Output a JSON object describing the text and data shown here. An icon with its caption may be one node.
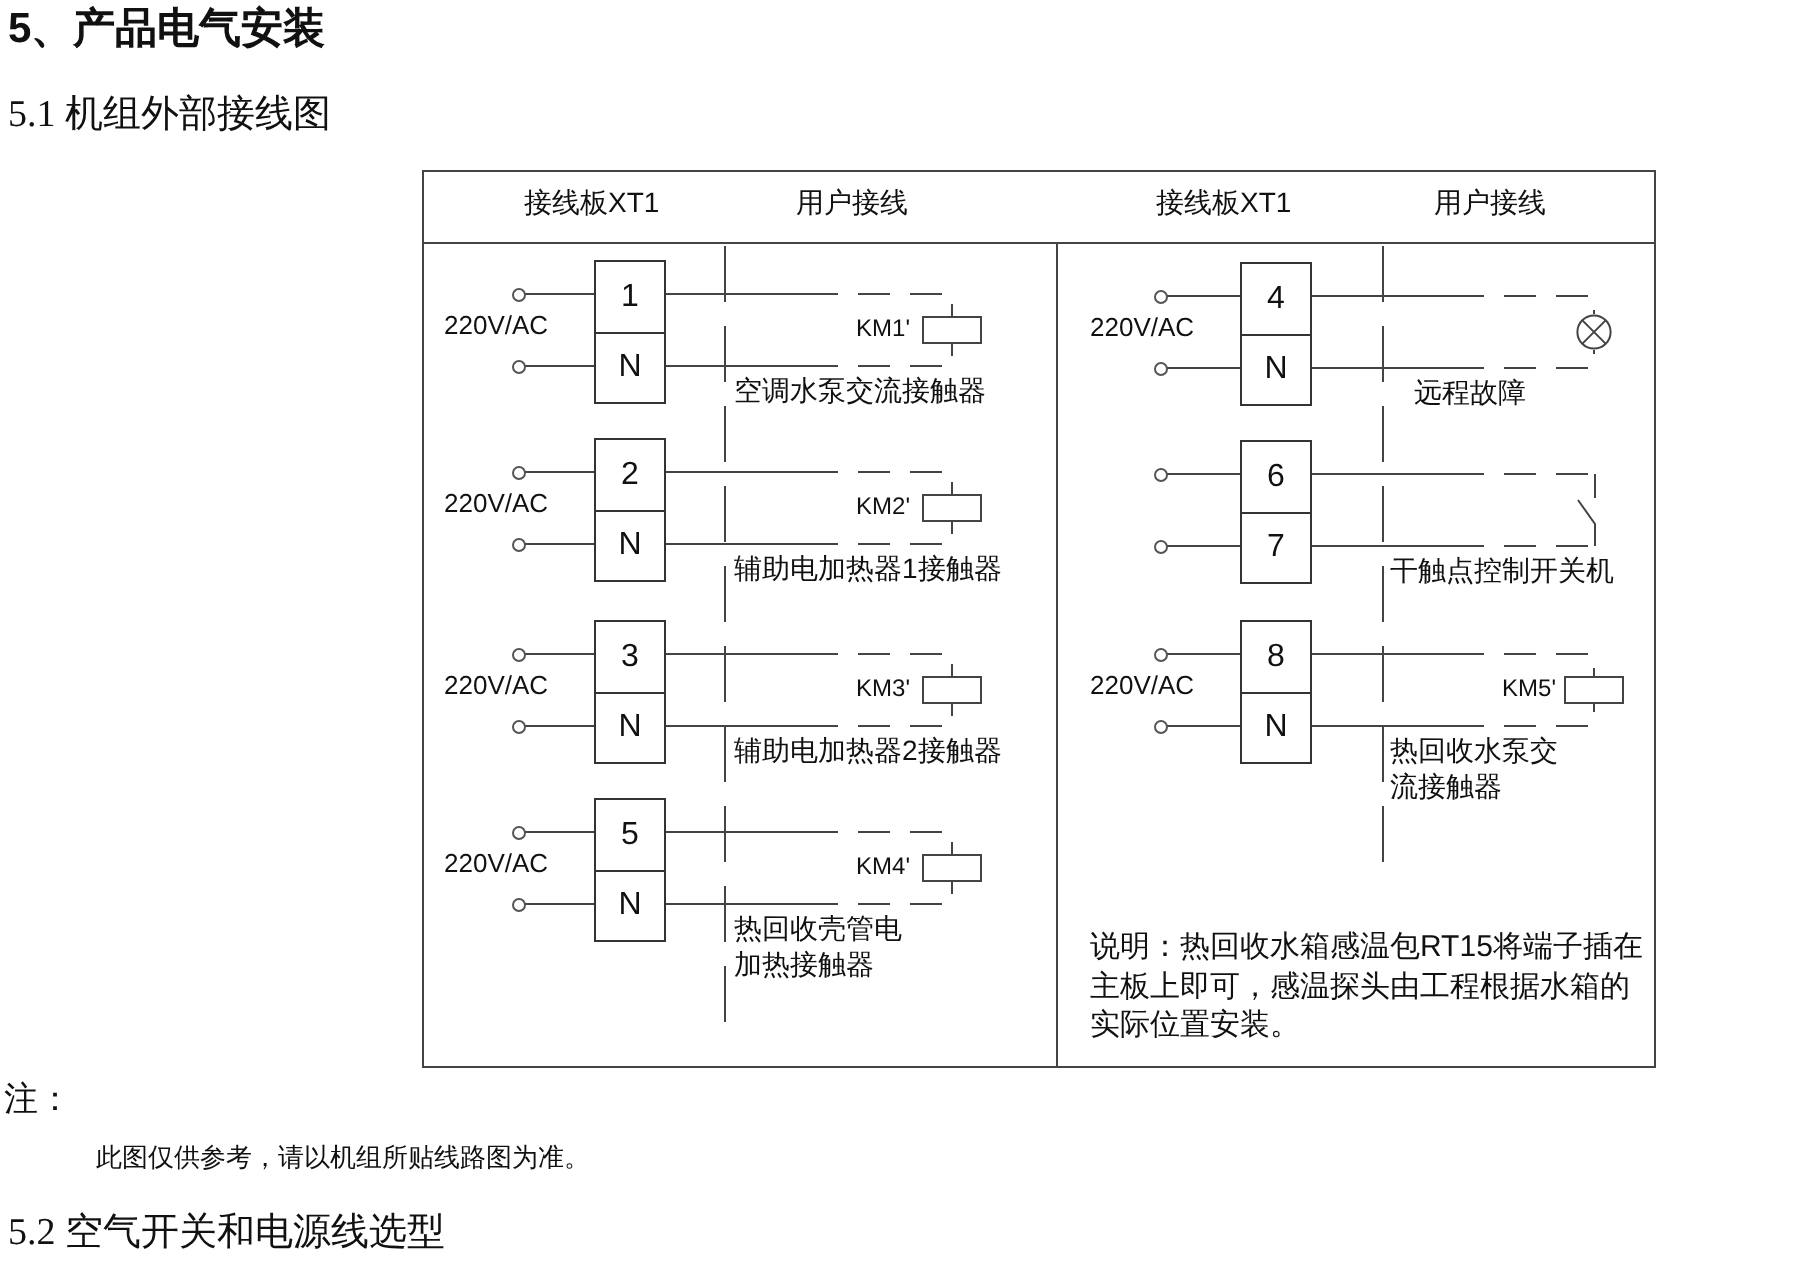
{
  "diagram": {
    "title": "5、产品电气安装",
    "nodes": [
      {
        "text": [],
        "shape": "circle"
      },
      {
        "text": [],
        "shape": "circle"
      },
      {
        "text": [
          "1"
        ]
      },
      {
        "text": [
          "N"
        ]
      },
      {
        "text": [],
        "shape": "box",
        "beside": [
          "KM1'",
          "空调水泵交流接触器"
        ]
      },
      {
        "text": [],
        "shape": "circle"
      },
      {
        "text": [],
        "shape": "circle"
      },
      {
        "text": [
          "2"
        ]
      },
      {
        "text": [
          "N"
        ]
      },
      {
        "text": [],
        "shape": "box",
        "beside": [
          "KM2'",
          "辅助电加热器1接触器"
        ]
      },
      {
        "text": [],
        "shape": "circle"
      },
      {
        "text": [],
        "shape": "circle"
      },
      {
        "text": [
          "3"
        ]
      },
      {
        "text": [
          "N"
        ]
      },
      {
        "text": [],
        "shape": "box",
        "beside": [
          "KM3'",
          "辅助电加热器2接触器"
        ]
      },
      {
        "text": [],
        "shape": "circle"
      },
      {
        "text": [],
        "shape": "circle"
      },
      {
        "text": [
          "5"
        ]
      },
      {
        "text": [
          "N"
        ]
      },
      {
        "text": [],
        "shape": "box",
        "beside": [
          "KM4'",
          "热回收壳管电加热接触器"
        ]
      },
      {
        "text": [],
        "shape": "circle"
      },
      {
        "text": [],
        "shape": "circle"
      },
      {
        "text": [
          "4"
        ]
      },
      {
        "text": [
          "N"
        ]
      },
      {
        "text": [],
        "shape": "lamp",
        "beside": [
          "远程故障"
        ]
      },
      {
        "text": [],
        "shape": "circle"
      },
      {
        "text": [],
        "shape": "circle"
      },
      {
        "text": [
          "6"
        ]
      },
      {
        "text": [
          "7"
        ]
      },
      {
        "text": [],
        "shape": "switch",
        "beside": [
          "干触点控制开关机"
        ]
      },
      {
        "text": [],
        "shape": "circle"
      },
      {
        "text": [],
        "shape": "circle"
      },
      {
        "text": [
          "8"
        ]
      },
      {
        "text": [
          "N"
        ]
      },
      {
        "text": [],
        "shape": "box",
        "beside": [
          "KM5'",
          "热回收水泵交流接触器"
        ]
      }
    ],
    "edges": [
      {
        "from": 0,
        "to": 2,
        "arrow": "none"
      },
      {
        "from": 1,
        "to": 3,
        "arrow": "none"
      },
      {
        "from": 2,
        "to": 4,
        "arrow": "none",
        "style": "dashed"
      },
      {
        "from": 3,
        "to": 4,
        "arrow": "none",
        "style": "dashed"
      },
      {
        "from": 5,
        "to": 7,
        "arrow": "none"
      },
      {
        "from": 6,
        "to": 8,
        "arrow": "none"
      },
      {
        "from": 7,
        "to": 9,
        "arrow": "none",
        "style": "dashed"
      },
      {
        "from": 8,
        "to": 9,
        "arrow": "none",
        "style": "dashed"
      },
      {
        "from": 10,
        "to": 12,
        "arrow": "none"
      },
      {
        "from": 11,
        "to": 13,
        "arrow": "none"
      },
      {
        "from": 12,
        "to": 14,
        "arrow": "none",
        "style": "dashed"
      },
      {
        "from": 13,
        "to": 14,
        "arrow": "none",
        "style": "dashed"
      },
      {
        "from": 15,
        "to": 17,
        "arrow": "none"
      },
      {
        "from": 16,
        "to": 18,
        "arrow": "none"
      },
      {
        "from": 17,
        "to": 19,
        "arrow": "none",
        "style": "dashed"
      },
      {
        "from": 18,
        "to": 19,
        "arrow": "none",
        "style": "dashed"
      },
      {
        "from": 20,
        "to": 22,
        "arrow": "none"
      },
      {
        "from": 21,
        "to": 23,
        "arrow": "none"
      },
      {
        "from": 22,
        "to": 24,
        "arrow": "none",
        "style": "dashed"
      },
      {
        "from": 23,
        "to": 24,
        "arrow": "none",
        "style": "dashed"
      },
      {
        "from": 25,
        "to": 27,
        "arrow": "none"
      },
      {
        "from": 26,
        "to": 28,
        "arrow": "none"
      },
      {
        "from": 27,
        "to": 29,
        "arrow": "none",
        "style": "dashed"
      },
      {
        "from": 28,
        "to": 29,
        "arrow": "none",
        "style": "dashed"
      },
      {
        "from": 30,
        "to": 32,
        "arrow": "none"
      },
      {
        "from": 31,
        "to": 33,
        "arrow": "none"
      },
      {
        "from": 32,
        "to": 34,
        "arrow": "none",
        "style": "dashed"
      },
      {
        "from": 33,
        "to": 34,
        "arrow": "none",
        "style": "dashed"
      }
    ],
    "labels": [
      "5.1 机组外部接线图",
      "接线板XT1",
      "用户接线",
      "接线板XT1",
      "用户接线",
      "220V/AC",
      "220V/AC",
      "220V/AC",
      "220V/AC",
      "220V/AC",
      "220V/AC",
      "说明：热回收水箱感温包RT15将端子插在主板上即可，感温探头由工程根据水箱的实际位置安装。",
      "注：",
      "此图仅供参考，请以机组所贴线路图为准。",
      "5.2 空气开关和电源线选型"
    ]
  }
}
